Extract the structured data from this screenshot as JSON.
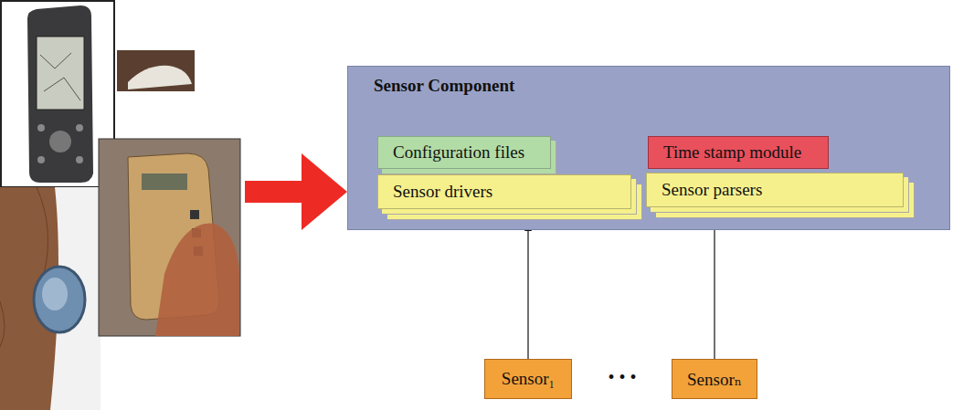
{
  "diagram": {
    "nodes": [
      {
        "text": [
          "Sensor Component"
        ]
      },
      {
        "text": [
          "Configuration files"
        ],
        "in": 0
      },
      {
        "text": [
          "Time stamp module"
        ],
        "in": 0
      },
      {
        "text": [
          "Sensor drivers"
        ],
        "in": 0
      },
      {
        "text": [
          "Sensor parsers"
        ],
        "in": 0
      },
      {
        "text": [
          "Sensor₁"
        ]
      },
      {
        "text": [
          "Sensorₙ"
        ]
      }
    ],
    "edges": [
      {
        "from": 5,
        "to": 3,
        "arrow": "to"
      },
      {
        "from": 6,
        "to": 4,
        "arrow": "to"
      }
    ],
    "labels": [
      "• • •"
    ]
  }
}
